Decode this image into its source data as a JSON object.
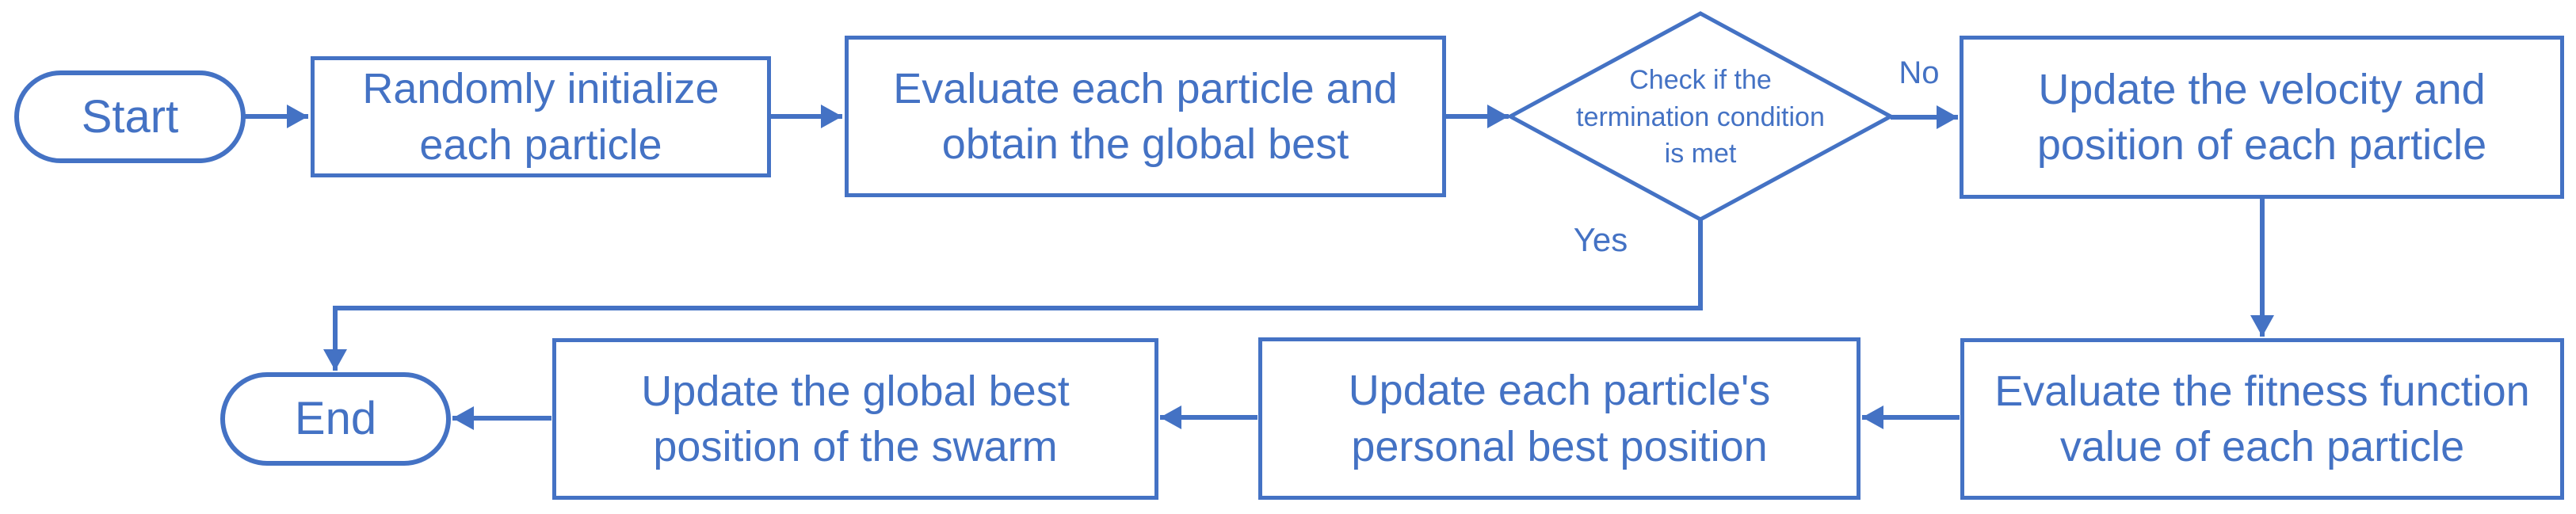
{
  "flowchart": {
    "accent_color": "#4472C4",
    "background_color": "#FFFFFF",
    "nodes": {
      "start": {
        "shape": "terminator",
        "label": "Start"
      },
      "init": {
        "shape": "process",
        "label": "Randomly initialize each particle"
      },
      "evaluate": {
        "shape": "process",
        "label": "Evaluate each particle and obtain the global best"
      },
      "decision": {
        "shape": "decision",
        "label": "Check if the termination condition is met"
      },
      "update_velocity": {
        "shape": "process",
        "label": "Update the velocity and position of each particle"
      },
      "evaluate_fitness": {
        "shape": "process",
        "label": "Evaluate the fitness function value of each particle"
      },
      "update_personal_best": {
        "shape": "process",
        "label": "Update each particle's personal best position"
      },
      "update_global_best": {
        "shape": "process",
        "label": "Update the global best position of the swarm"
      },
      "end": {
        "shape": "terminator",
        "label": "End"
      }
    },
    "branch_labels": {
      "no": "No",
      "yes": "Yes"
    },
    "edges": [
      {
        "from": "start",
        "to": "init"
      },
      {
        "from": "init",
        "to": "evaluate"
      },
      {
        "from": "evaluate",
        "to": "decision"
      },
      {
        "from": "decision",
        "to": "update_velocity",
        "label": "No"
      },
      {
        "from": "update_velocity",
        "to": "evaluate_fitness"
      },
      {
        "from": "evaluate_fitness",
        "to": "update_personal_best"
      },
      {
        "from": "update_personal_best",
        "to": "update_global_best"
      },
      {
        "from": "update_global_best",
        "to": "end"
      },
      {
        "from": "decision",
        "to": "end",
        "label": "Yes"
      }
    ]
  }
}
